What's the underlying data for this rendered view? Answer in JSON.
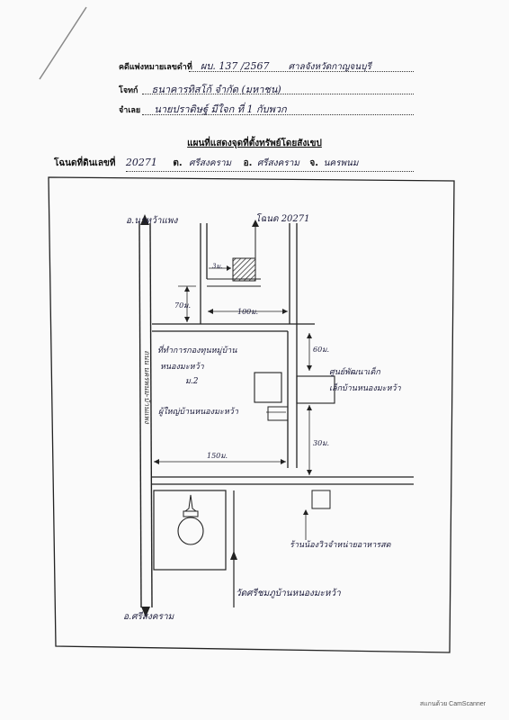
{
  "header": {
    "case_label": "คดีแพ่งหมายเลขดำที่",
    "case_value": "ผบ. 137 /2567",
    "court_label": "ศาลจังหวัดกาญจนบุรี",
    "plaintiff_label": "โจทก์",
    "plaintiff_value": "ธนาคารทิสโก้ จำกัด (มหาชน)",
    "defendant_label": "จำเลย",
    "defendant_value": "นายปราดิษฐ์ มีใจก ที่ 1 กับพวก"
  },
  "title": "แผนที่แสดงจุดที่ตั้งทรัพย์โดยสังเขป",
  "deed": {
    "label": "โฉนดที่ดินเลขที่",
    "number": "20271",
    "tambon_prefix": "ต.",
    "tambon": "ศรีสงคราม",
    "amphoe_prefix": "อ.",
    "amphoe": "ศรีสงคราม",
    "province_prefix": "จ.",
    "province": "นครพนม"
  },
  "map": {
    "north_road_label": "อ.นาหว้าแพง",
    "south_road_label": "อ.ศรีสงคราม",
    "road_side_text": "ถนน นครพนม-บ้านแพง",
    "deed_label": "โฉนด 20271",
    "dist_3m": "3ม.",
    "dist_70m": "70ม.",
    "dist_100m": "100ม.",
    "dist_60m": "60ม.",
    "dist_150m": "150ม.",
    "dist_30m": "30ม.",
    "village_office": "ที่ทำการกองทุนหมู่บ้าน",
    "village_office_2": "หนองมะหว้า",
    "village_no": "ม.2",
    "headman_house": "ผู้ใหญ่บ้านหนองมะหว้า",
    "child_center": "ศูนย์พัฒนาเด็ก",
    "child_center_2": "เล็กบ้านหนองมะหว้า",
    "shop": "ร้านน้องวิวจำหน่ายอาหารสด",
    "temple": "วัดศรีชมภูบ้านหนองมะหว้า"
  },
  "footer": {
    "scanner": "สแกนด้วย CamScanner"
  },
  "colors": {
    "ink": "#1a1a3a",
    "line": "#333333",
    "paper": "#fafafa"
  }
}
